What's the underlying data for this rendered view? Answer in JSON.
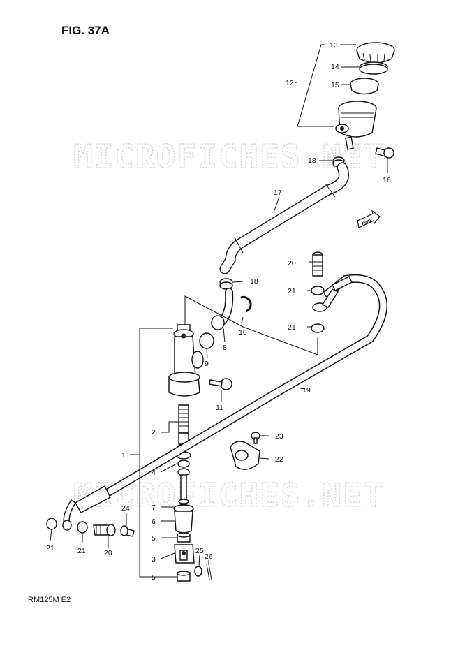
{
  "figure_title": "FIG. 37A",
  "model_code": "RM125M E2",
  "watermark": "MICROFICHES.NET",
  "fwd_label": "FWD",
  "callouts": {
    "c1": "1",
    "c2": "2",
    "c3": "3",
    "c4": "4",
    "c5a": "5",
    "c5b": "5",
    "c6": "6",
    "c7": "7",
    "c8": "8",
    "c9": "9",
    "c10": "10",
    "c11": "11",
    "c12": "12",
    "c13": "13",
    "c14": "14",
    "c15": "15",
    "c16": "16",
    "c17": "17",
    "c18a": "18",
    "c18b": "18",
    "c19": "19",
    "c20a": "20",
    "c20b": "20",
    "c21a": "21",
    "c21b": "21",
    "c21c": "21",
    "c21d": "21",
    "c22": "22",
    "c23": "23",
    "c24": "24",
    "c25": "25",
    "c26": "26"
  }
}
